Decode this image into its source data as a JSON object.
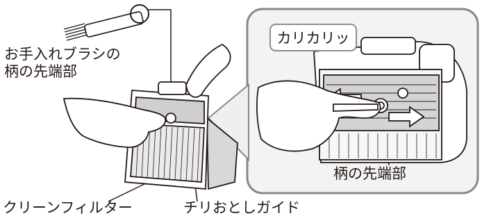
{
  "labels": {
    "brush_tip_line1": "お手入れブラシの",
    "brush_tip_line2": "柄の先端部",
    "clean_filter": "クリーンフィルター",
    "dust_guide": "チリおとしガイド",
    "handle_tip": "柄の先端部",
    "sound_effect": "カリカリッ"
  },
  "colors": {
    "outline": "#231815",
    "panel_border": "#888888",
    "panel_fill": "#f3f3f3",
    "shade": "#cfcfcf"
  }
}
